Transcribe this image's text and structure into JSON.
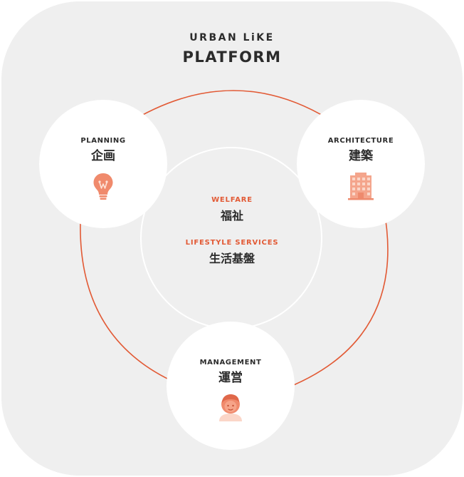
{
  "header": {
    "brand": "URBAN LiKE",
    "title": "PLATFORM"
  },
  "center": {
    "welfare_en": "WELFARE",
    "welfare_ja": "福祉",
    "lifestyle_en": "LIFESTYLE SERVICES",
    "lifestyle_ja": "生活基盤"
  },
  "nodes": {
    "planning": {
      "en": "PLANNING",
      "ja": "企画",
      "icon": "lightbulb-icon"
    },
    "architecture": {
      "en": "ARCHITECTURE",
      "ja": "建築",
      "icon": "building-icon"
    },
    "management": {
      "en": "MANAGEMENT",
      "ja": "運営",
      "icon": "person-icon"
    }
  },
  "colors": {
    "accent": "#e25a35",
    "icon": "#f08a6c",
    "panel": "#efefef",
    "text": "#2b2b2b"
  }
}
